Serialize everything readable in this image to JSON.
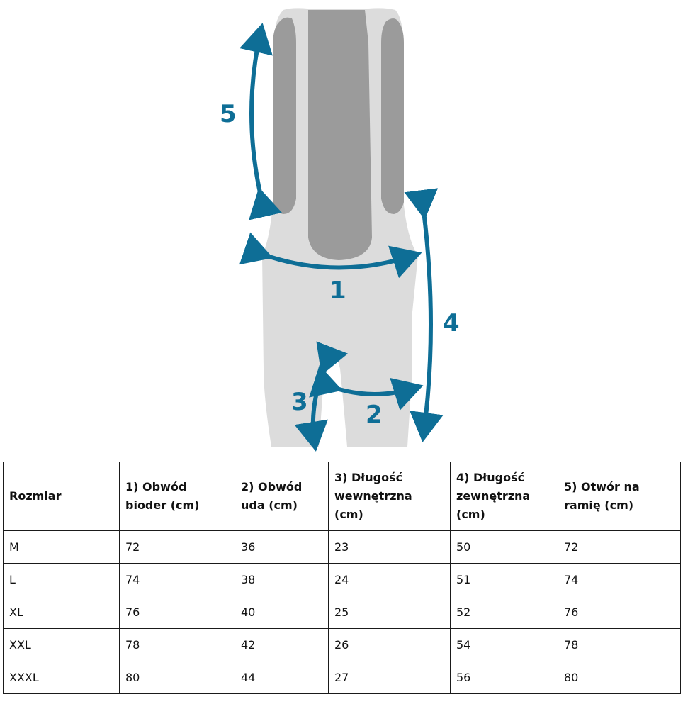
{
  "diagram": {
    "accent_color": "#0e6e96",
    "garment_color": "#dcdcdc",
    "panel_color": "#9b9b9b",
    "labels": [
      "1",
      "2",
      "3",
      "4",
      "5"
    ]
  },
  "table": {
    "headers": [
      "Rozmiar",
      "1) Obwód bioder (cm)",
      "2) Obwód uda (cm)",
      "3) Długość wewnętrzna (cm)",
      "4) Długość zewnętrzna (cm)",
      "5) Otwór na ramię (cm)"
    ],
    "rows": [
      [
        "M",
        "72",
        "36",
        "23",
        "50",
        "72"
      ],
      [
        "L",
        "74",
        "38",
        "24",
        "51",
        "74"
      ],
      [
        "XL",
        "76",
        "40",
        "25",
        "52",
        "76"
      ],
      [
        "XXL",
        "78",
        "42",
        "26",
        "54",
        "78"
      ],
      [
        "XXXL",
        "80",
        "44",
        "27",
        "56",
        "80"
      ]
    ]
  }
}
